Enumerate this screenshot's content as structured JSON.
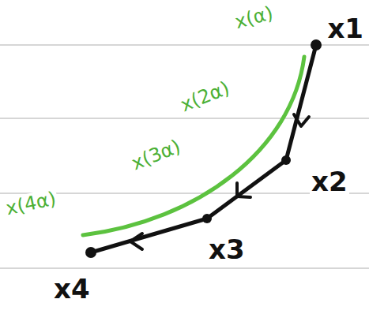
{
  "diagram": {
    "labels": [
      "x1",
      "x2",
      "x3",
      "x4",
      "x(α)",
      "x(2α)",
      "x(3α)",
      "x(4α)"
    ]
  }
}
